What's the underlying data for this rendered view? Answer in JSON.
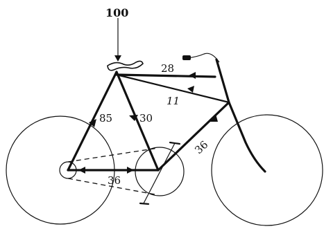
{
  "diagram": {
    "load_label": "100",
    "forces": {
      "top_tube": "28",
      "diagonal_tube": "11",
      "seat_stay": "85",
      "seat_tube": "30",
      "down_tube": "36",
      "chain_stay": "36"
    }
  }
}
